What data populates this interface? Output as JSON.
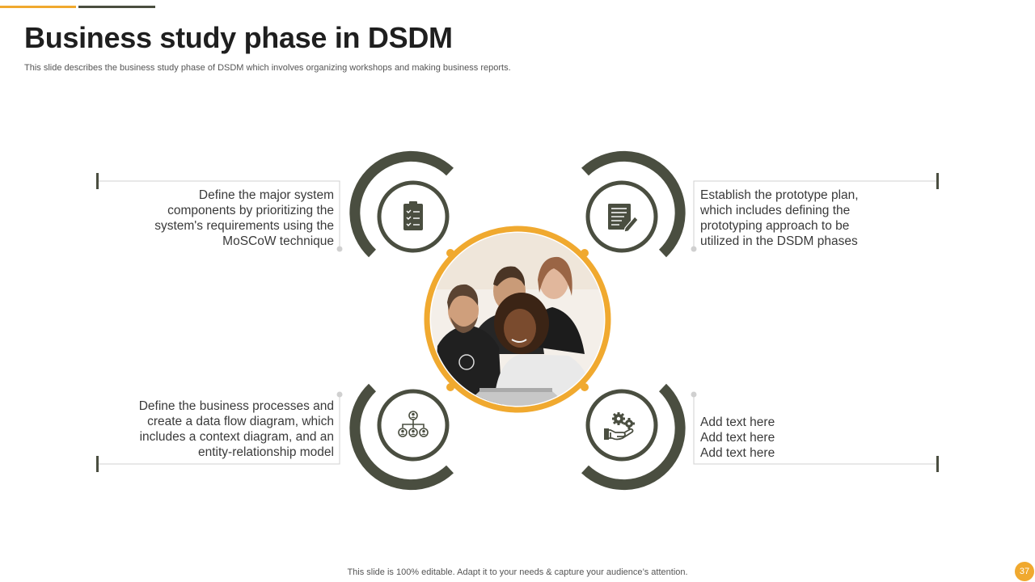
{
  "slide": {
    "title": "Business study phase in DSDM",
    "subtitle": "This slide describes the business study phase of DSDM which involves organizing workshops and making business reports.",
    "footer": "This slide is 100% editable. Adapt it to your needs & capture your audience’s attention.",
    "page_number": "37"
  },
  "colors": {
    "accent": "#F0A92F",
    "dark_olive": "#4A4E40",
    "connector_gray": "#d0d0d0"
  },
  "items": [
    {
      "position": "top-left",
      "icon": "clipboard-checklist-icon",
      "lines": [
        "Define the major system",
        "components by prioritizing the",
        "system's requirements using the",
        "MoSCoW technique"
      ]
    },
    {
      "position": "top-right",
      "icon": "document-edit-icon",
      "lines": [
        "Establish the prototype plan,",
        "which includes defining the",
        "prototyping approach to be",
        "utilized in the DSDM phases"
      ]
    },
    {
      "position": "bottom-left",
      "icon": "org-chart-people-icon",
      "lines": [
        "Define the business processes and",
        "create a data flow diagram, which",
        "includes a context diagram, and an",
        "entity-relationship  model"
      ]
    },
    {
      "position": "bottom-right",
      "icon": "hand-gears-icon",
      "lines": [
        "Add text here",
        "Add text here",
        "Add text here"
      ]
    }
  ],
  "center_image": "team-photo-people-looking-at-laptop"
}
